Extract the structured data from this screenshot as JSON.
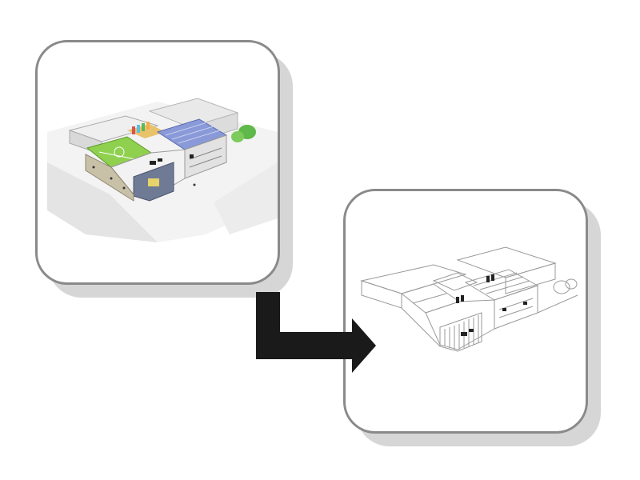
{
  "diagram": {
    "kind": "process-flow",
    "steps": [
      {
        "id": "rendered-model",
        "style": "colour 3D render"
      },
      {
        "id": "line-model",
        "style": "black-and-white line drawing"
      }
    ],
    "connector": "elbow-arrow-down-then-right"
  },
  "colors": {
    "card_border": "#8a8a8a",
    "card_shadow": "#d6d6d6",
    "arrow": "#1a1a1a",
    "pitch_green": "#8fd14f",
    "roof_blue": "#8a9ad8",
    "facade_grey": "#6f7a94",
    "tree_green": "#5fb84a",
    "line_grey": "#9a9a9a"
  }
}
